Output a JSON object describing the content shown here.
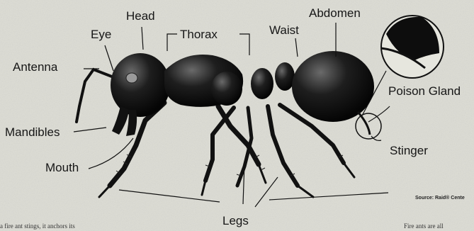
{
  "labels": {
    "head": "Head",
    "abdomen": "Abdomen",
    "eye": "Eye",
    "thorax": "Thorax",
    "waist": "Waist",
    "antenna": "Antenna",
    "poison_gland": "Poison Gland",
    "mandibles": "Mandibles",
    "stinger": "Stinger",
    "mouth": "Mouth",
    "legs": "Legs"
  },
  "source": "Source: Raid® Cente",
  "bottom_text_left": "a fire ant stings, it anchors its",
  "bottom_text_right": "Fire ants are all"
}
